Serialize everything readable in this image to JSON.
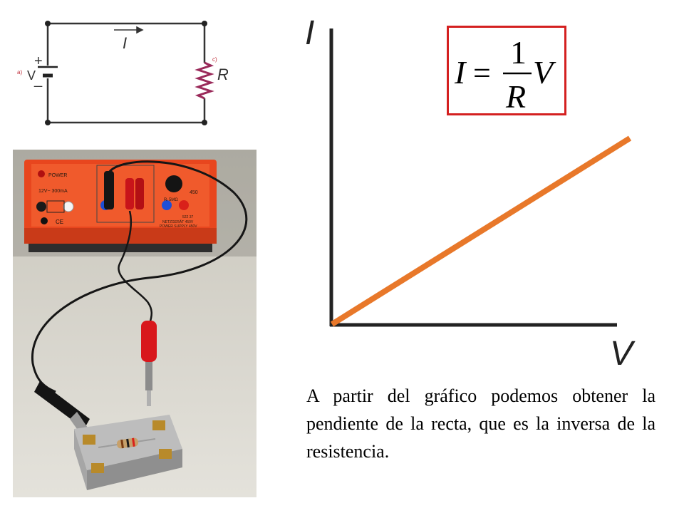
{
  "circuit": {
    "current_label": "I",
    "resistor_label": "R",
    "plus_sign": "+",
    "minus_sign": "_",
    "battery_label": "V",
    "battery_marker": "a)",
    "resistor_marker": "c)"
  },
  "photo": {
    "power_label": "POWER",
    "voltage_label": "12V~ 300mA",
    "resistance_label": "Rᵢ 5MΩ",
    "scale_label": "450",
    "model_label": "522 37",
    "device_line1": "NETZGERÄT 450V",
    "device_line2": "POWER SUPPLY 450V",
    "ce_mark": "CE"
  },
  "graph": {
    "y_axis_label": "I",
    "x_axis_label": "V",
    "line_color": "#e8782a",
    "formula": {
      "lhs": "I",
      "equals": "=",
      "numerator": "1",
      "denominator": "R",
      "variable": "V",
      "border_color": "#d42020"
    }
  },
  "text": {
    "explanation": "A partir del gráfico podemos obtener la pendiente de la recta, que es la inversa de la resistencia."
  }
}
